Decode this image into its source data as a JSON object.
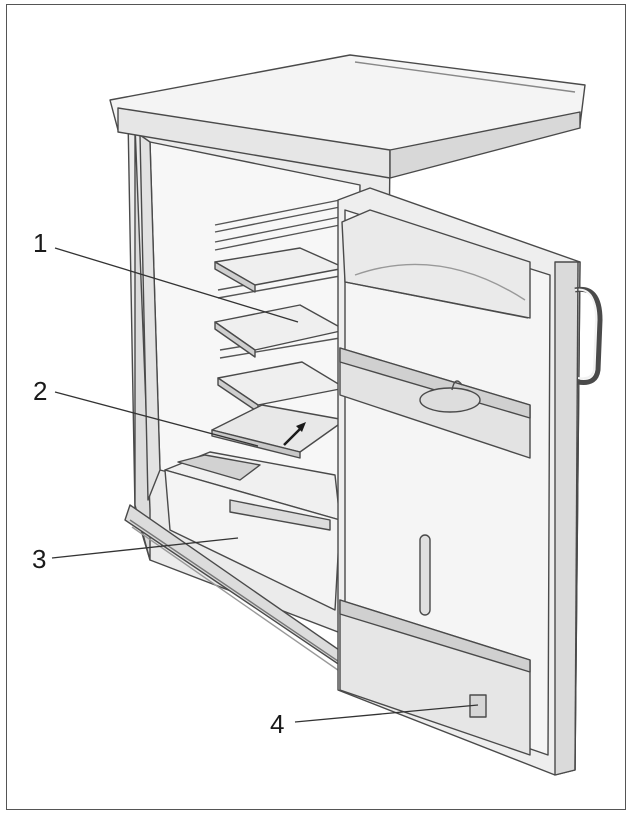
{
  "callouts": [
    {
      "id": "1",
      "label": "1"
    },
    {
      "id": "2",
      "label": "2"
    },
    {
      "id": "3",
      "label": "3"
    },
    {
      "id": "4",
      "label": "4"
    }
  ],
  "colors": {
    "outline": "#4a4a4a",
    "body_fill": "#f2f2f2",
    "shade": "#d9d9d9",
    "dark_shade": "#bdbdbd",
    "leader": "#333333"
  }
}
